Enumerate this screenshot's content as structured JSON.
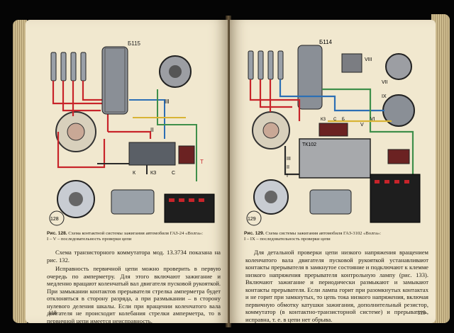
{
  "left_page": {
    "page_number": "118",
    "figure": {
      "number": "128",
      "labels": [
        "Б115",
        "II",
        "III",
        "К",
        "КЗ",
        "С",
        "Т"
      ]
    },
    "caption": {
      "label": "Рис. 128.",
      "text": "Схема контактной системы зажигания автомобиля ГАЗ-24 «Волга»:",
      "note": "I – V – последовательность проверки цепи"
    },
    "paragraphs": [
      "Схема транзисторного коммутатора мод. 13.3734 показана на рис. 132.",
      "Исправность первичной цепи можно проверить в первую очередь по амперметру. Для этого включают зажигание и медленно вращают коленчатый вал двигателя пусковой рукояткой. При замыкании контактов прерывателя стрелка амперметра будет отклоняться в сторону разряда, а при размыкании – в сторону нулевого деления шкалы. Если при вращении коленчатого вала двигателя не происходит колебания стрелки амперметра, то в первичной цепи имеется неисправность."
    ]
  },
  "right_page": {
    "page_number": "119",
    "figure": {
      "number": "129",
      "labels": [
        "Б114",
        "VIII",
        "VII",
        "IX",
        "VI",
        "V",
        "ТК102",
        "III",
        "II",
        "I",
        "КЗ",
        "С",
        "Б"
      ]
    },
    "caption": {
      "label": "Рис. 129.",
      "text": "Схема системы зажигания автомобиля ГАЗ-3102 «Волга»:",
      "note": "I – IX – последовательность проверки цепи"
    },
    "paragraphs": [
      "Для детальной проверки цепи низкого напряжения вращением коленчатого вала двигателя пусковой рукояткой устанавливают контакты прерывателя в замкнутое состояние и подключают к клемме низкого напряжения прерывателя контрольную лампу (рис. 133). Включают зажигание и периодически размыкают и замыкают контакты прерывателя. Если лампа горит при разомкнутых контактах и не горит при замкнутых, то цепь тока низкого напряжения, включая первичную обмотку катушки зажигания, дополнительный резистор, коммутатор (в контактно-транзисторной системе) и прерыватель, исправна, т. е. в цепи нет обрыва."
    ]
  },
  "colors": {
    "wire_red": "#c8242a",
    "wire_blue": "#2c6fb5",
    "wire_green": "#3f8f4a",
    "wire_yellow": "#d8b436",
    "wire_dark": "#2a2a2a"
  }
}
